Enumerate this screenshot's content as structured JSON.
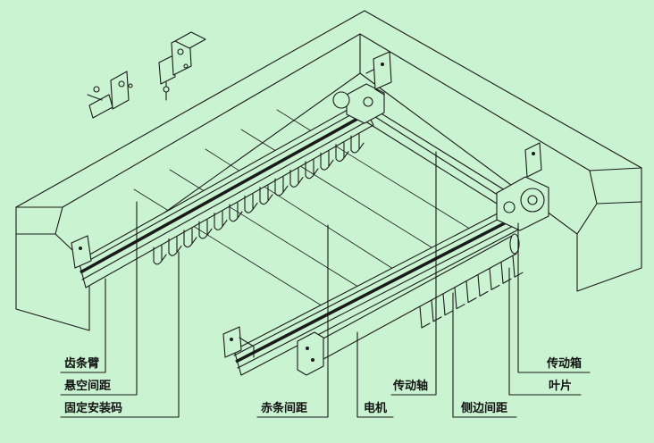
{
  "labels": {
    "rack_arm": "齿条臂",
    "hover_spacing": "悬空间距",
    "fixed_mount": "固定安装码",
    "slat_spacing": "赤条间距",
    "motor": "电机",
    "drive_shaft": "传动轴",
    "side_spacing": "侧边间距",
    "gearbox": "传动箱",
    "blade": "叶片"
  },
  "colors": {
    "background": "#caf3d2",
    "line": "#1a1a1a"
  }
}
